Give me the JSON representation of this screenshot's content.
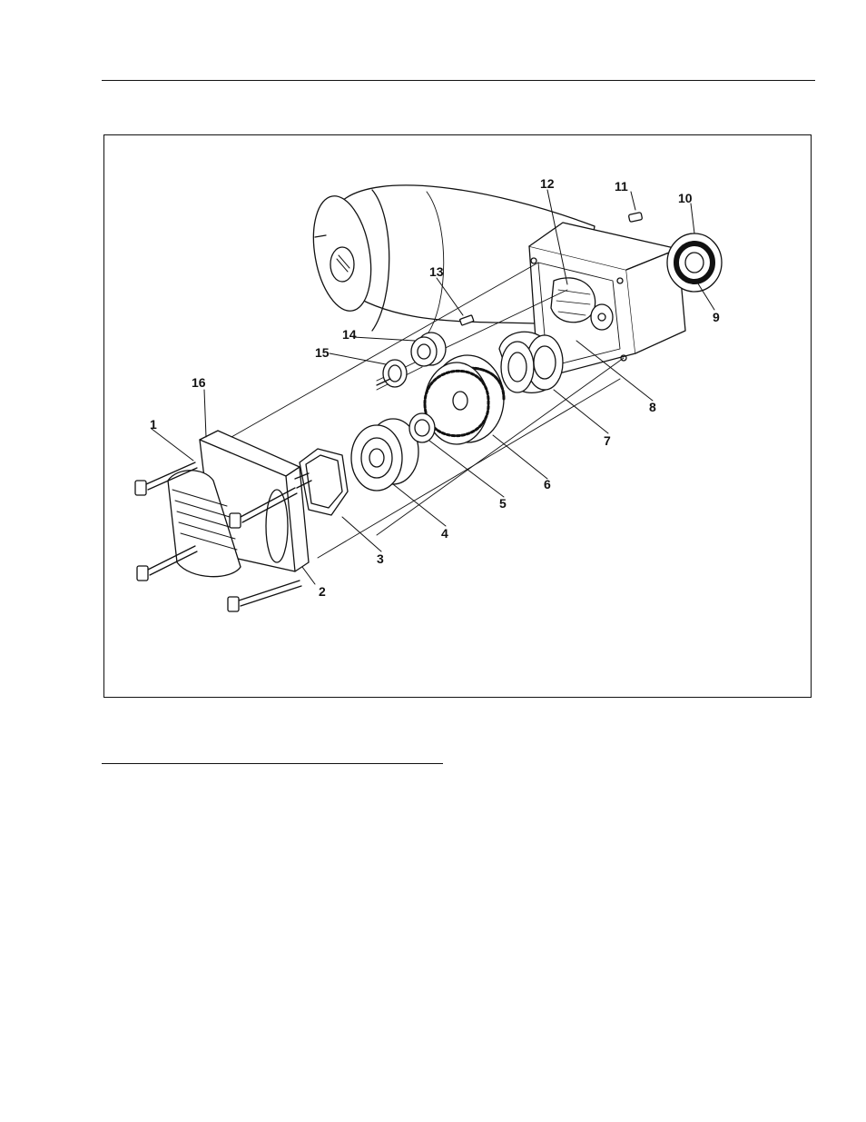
{
  "figure": {
    "callouts": [
      {
        "id": "1",
        "label": "1"
      },
      {
        "id": "2",
        "label": "2"
      },
      {
        "id": "3",
        "label": "3"
      },
      {
        "id": "4",
        "label": "4"
      },
      {
        "id": "5",
        "label": "5"
      },
      {
        "id": "6",
        "label": "6"
      },
      {
        "id": "7",
        "label": "7"
      },
      {
        "id": "8",
        "label": "8"
      },
      {
        "id": "9",
        "label": "9"
      },
      {
        "id": "10",
        "label": "10"
      },
      {
        "id": "11",
        "label": "11"
      },
      {
        "id": "12",
        "label": "12"
      },
      {
        "id": "13",
        "label": "13"
      },
      {
        "id": "14",
        "label": "14"
      },
      {
        "id": "15",
        "label": "15"
      },
      {
        "id": "16",
        "label": "16"
      }
    ]
  }
}
